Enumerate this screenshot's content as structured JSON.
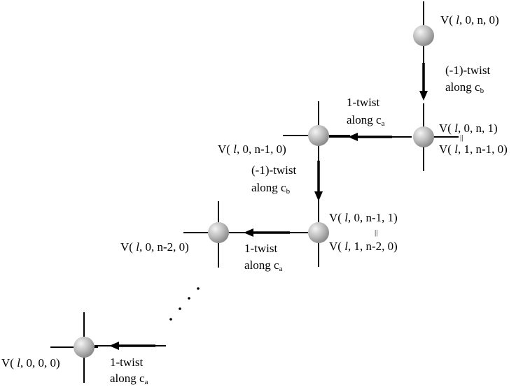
{
  "diagram": {
    "italic_var": "l",
    "nodes": [
      {
        "id": "n1",
        "label_prefix": "V( ",
        "label_suffix": ", 0, n, 0)"
      },
      {
        "id": "n2",
        "top_prefix": "V( ",
        "top_suffix": ", 0, n, 1)",
        "bottom_prefix": "V( ",
        "bottom_suffix": ", 1, n-1, 0)"
      },
      {
        "id": "n3",
        "label_prefix": "V( ",
        "label_suffix": ", 0, n-1, 0)"
      },
      {
        "id": "n4",
        "top_prefix": "V( ",
        "top_suffix": ", 0, n-1, 1)",
        "bottom_prefix": "V( ",
        "bottom_suffix": ", 1, n-2, 0)"
      },
      {
        "id": "n5",
        "label_prefix": "V( ",
        "label_suffix": ", 0, n-2, 0)"
      },
      {
        "id": "n6",
        "label_prefix": "V( ",
        "label_suffix": ", 0, 0, 0)"
      }
    ],
    "equality_mark": "||",
    "edges": [
      {
        "id": "e1",
        "line1": "(-1)-twist",
        "line2_prefix": "along c",
        "line2_sub": "b"
      },
      {
        "id": "e2",
        "line1": "1-twist",
        "line2_prefix": "along c",
        "line2_sub": "a"
      },
      {
        "id": "e3",
        "line1": "(-1)-twist",
        "line2_prefix": "along c",
        "line2_sub": "b"
      },
      {
        "id": "e4",
        "line1": "1-twist",
        "line2_prefix": "along c",
        "line2_sub": "a"
      },
      {
        "id": "e5",
        "line1": "1-twist",
        "line2_prefix": "along c",
        "line2_sub": "a"
      }
    ],
    "ellipsis": ". . . ."
  }
}
